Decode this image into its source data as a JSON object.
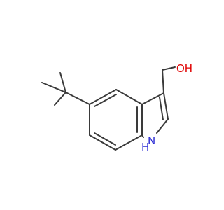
{
  "molecule": {
    "atom_labels": {
      "hydroxyl": "OH",
      "nitrogen": "N",
      "nitrogen_h": "H"
    },
    "colors": {
      "bond": "#3a3a3a",
      "oxygen": "#e00000",
      "nitrogen": "#2a2ad4",
      "background": "#ffffff"
    }
  }
}
